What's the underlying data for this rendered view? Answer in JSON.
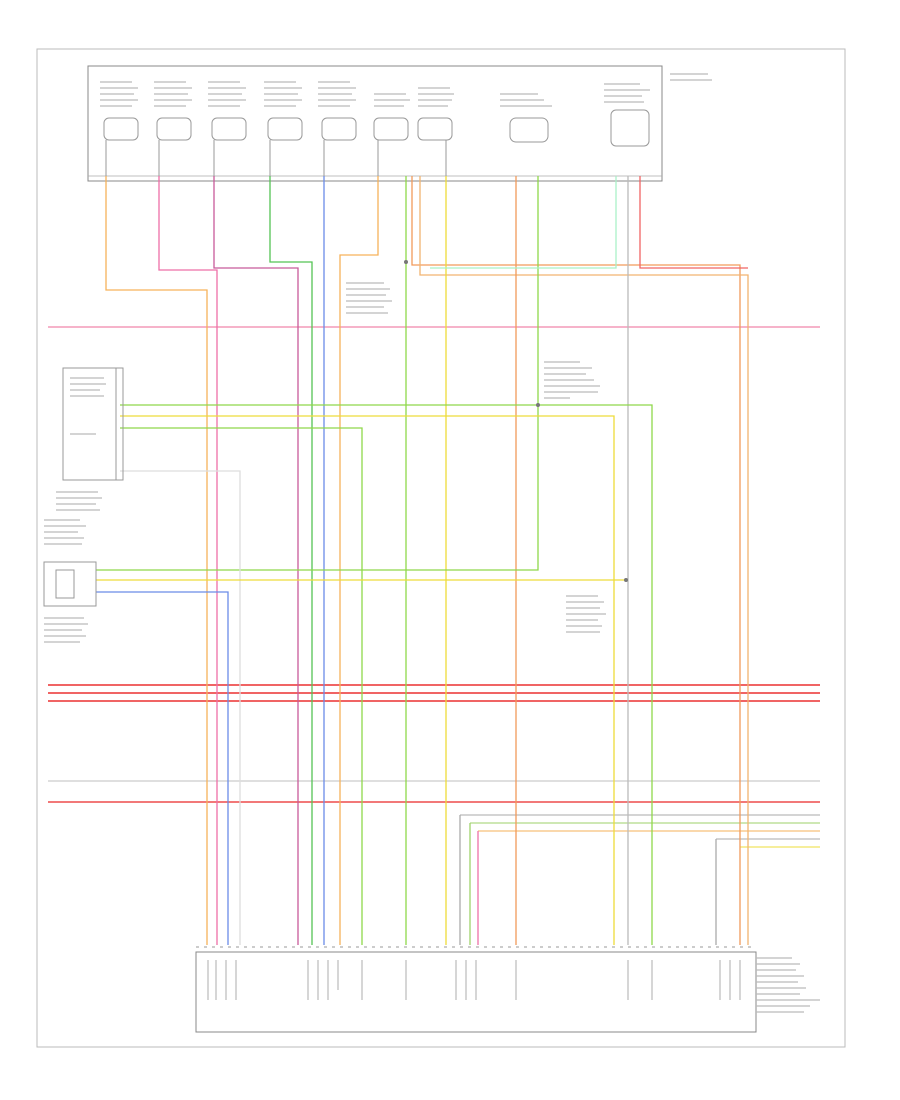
{
  "diagram": {
    "footer_code": "",
    "top_connectors": [
      {
        "id": "c1",
        "label": "",
        "wire": "",
        "color": "#f6b25a"
      },
      {
        "id": "c2",
        "label": "",
        "wire": "",
        "color": "#ee6fa8"
      },
      {
        "id": "c3",
        "label": "",
        "wire": "",
        "color": "#c85a9a"
      },
      {
        "id": "c4",
        "label": "",
        "wire": "",
        "color": "#55c455"
      },
      {
        "id": "c5",
        "label": "",
        "wire": "",
        "color": "#6b8ce8"
      },
      {
        "id": "c6",
        "label": "",
        "wire": "",
        "color": "#f6b25a"
      },
      {
        "id": "c7",
        "label": "",
        "wire": "",
        "color": "#f2b470"
      },
      {
        "id": "c8",
        "label": "",
        "wire": "",
        "color": "#eedc3a"
      },
      {
        "id": "c9",
        "label": "",
        "wire": "",
        "color": "#f29a5a"
      },
      {
        "id": "c10",
        "label": "",
        "wire": "",
        "color": "#8fd84a"
      },
      {
        "id": "c11",
        "label": "",
        "wire": "",
        "color": "#dddddd"
      },
      {
        "id": "c12",
        "label": "",
        "wire": "",
        "color": "#f07070"
      }
    ],
    "right_header_label": "",
    "bus_lines": [
      {
        "id": "bus-a",
        "label_left": "",
        "label_right": "",
        "color": "#f49ab8"
      },
      {
        "id": "bus-b",
        "label_left": "",
        "label_right": "",
        "color": "#f06464"
      },
      {
        "id": "bus-c",
        "label_left": "",
        "label_right": "",
        "color": "#f06464"
      },
      {
        "id": "bus-d",
        "label_left": "",
        "label_right": "",
        "color": "#f06464"
      },
      {
        "id": "bus-e",
        "label_left": "",
        "label_right": "",
        "color": "#cccccc"
      },
      {
        "id": "bus-f",
        "label_left": "",
        "label_right": "",
        "color": "#f06464"
      }
    ],
    "left_components": [
      {
        "id": "sensor-1",
        "label": ""
      },
      {
        "id": "sensor-2",
        "label": ""
      }
    ],
    "pcm": {
      "label": ""
    }
  }
}
